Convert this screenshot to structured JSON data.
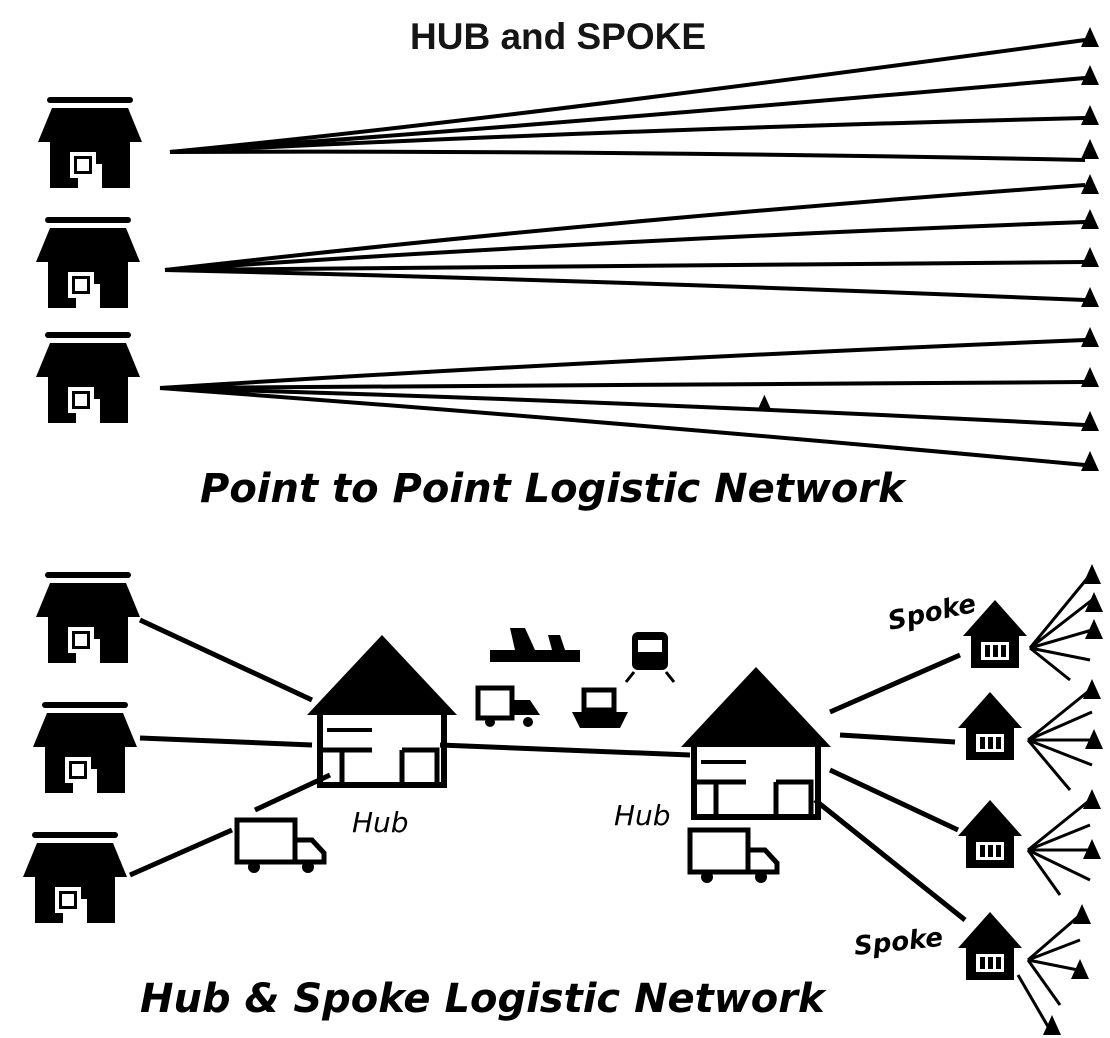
{
  "title": "HUB and SPOKE",
  "top_section": {
    "caption": "Point to Point Logistic Network"
  },
  "bottom_section": {
    "caption": "Hub & Spoke Logistic Network",
    "hub_labels": [
      "Hub",
      "Hub"
    ],
    "spoke_labels": [
      "Spoke",
      "Spoke"
    ]
  },
  "colors": {
    "ink": "#000000",
    "background": "#ffffff"
  },
  "icons": [
    "house-icon",
    "warehouse-icon",
    "triangle-destination-icon",
    "truck-icon",
    "airplane-icon",
    "train-icon",
    "ship-icon"
  ]
}
